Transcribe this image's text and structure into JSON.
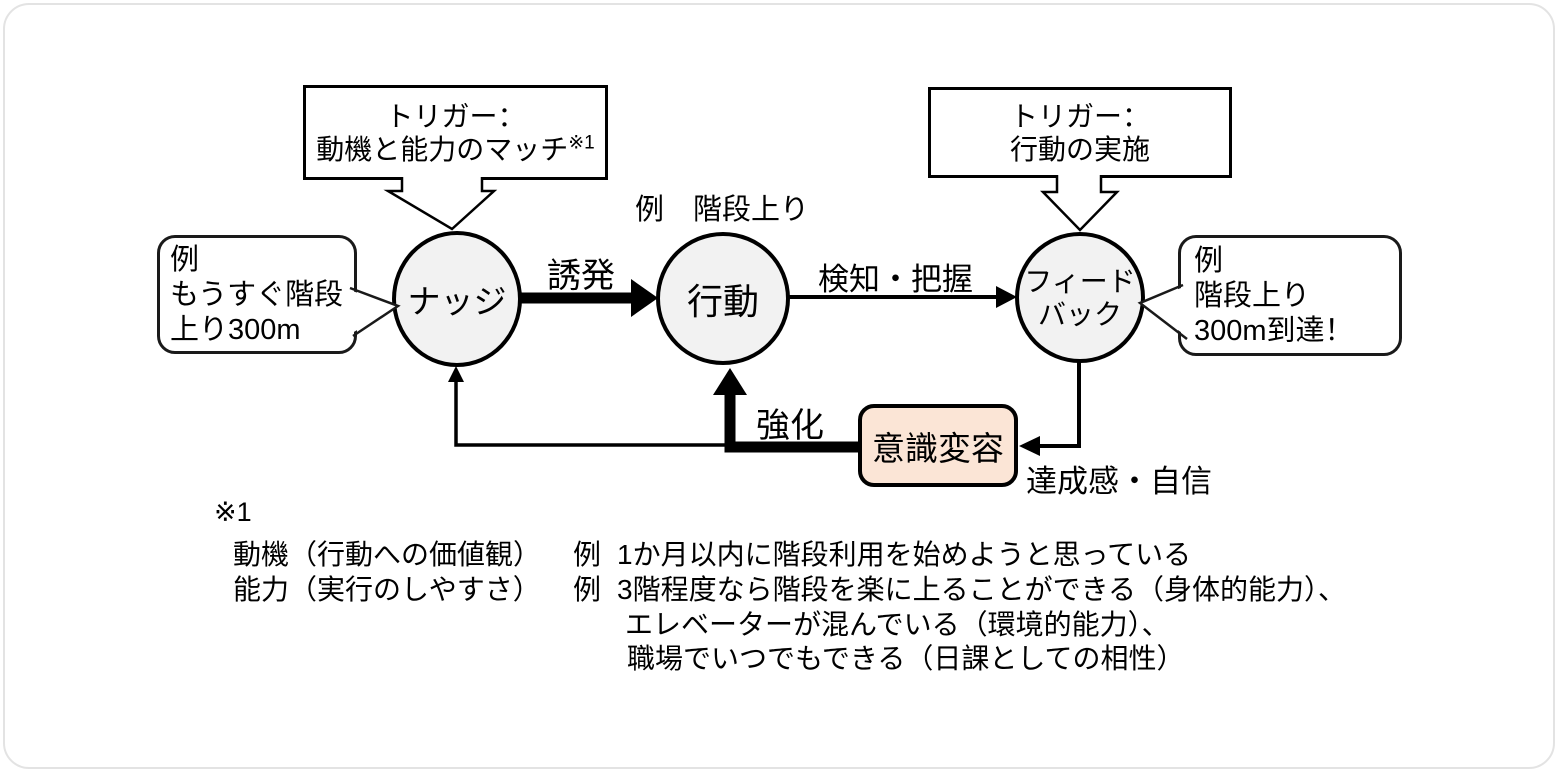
{
  "colors": {
    "node_fill": "#f2f2f2",
    "mindset_fill": "#fbe5d6",
    "stroke": "#000000",
    "frame_border": "#e3e3e3",
    "background": "#ffffff"
  },
  "trigger_left": {
    "line1": "トリガー：",
    "line2": "動機と能力のマッチ",
    "sup": "※1"
  },
  "trigger_right": {
    "line1": "トリガー：",
    "line2": "行動の実施"
  },
  "bubble_left": {
    "text": "例\nもうすぐ階段\n上り300m"
  },
  "bubble_right": {
    "text": "例\n階段上り\n300m到達！"
  },
  "nodes": {
    "nudge": "ナッジ",
    "behavior": "行動",
    "feedback": "フィード\nバック"
  },
  "labels": {
    "behavior_example": "例　階段上り",
    "induce": "誘発",
    "detect": "検知・把握",
    "reinforce": "強化",
    "achievement": "達成感・自信",
    "mindset_change": "意識変容"
  },
  "footnote": {
    "marker": "※1",
    "row1_label": "動機（行動への価値観）",
    "row1_rei": "例",
    "row1_text": "1か月以内に階段利用を始めようと思っている",
    "row2_label": "能力（実行のしやすさ）",
    "row2_rei": "例",
    "row2_text": "3階程度なら階段を楽に上ることができる（身体的能力）、",
    "row3_text": "エレベーターが混んでいる（環境的能力）、",
    "row4_text": "職場でいつでもできる（日課としての相性）"
  }
}
